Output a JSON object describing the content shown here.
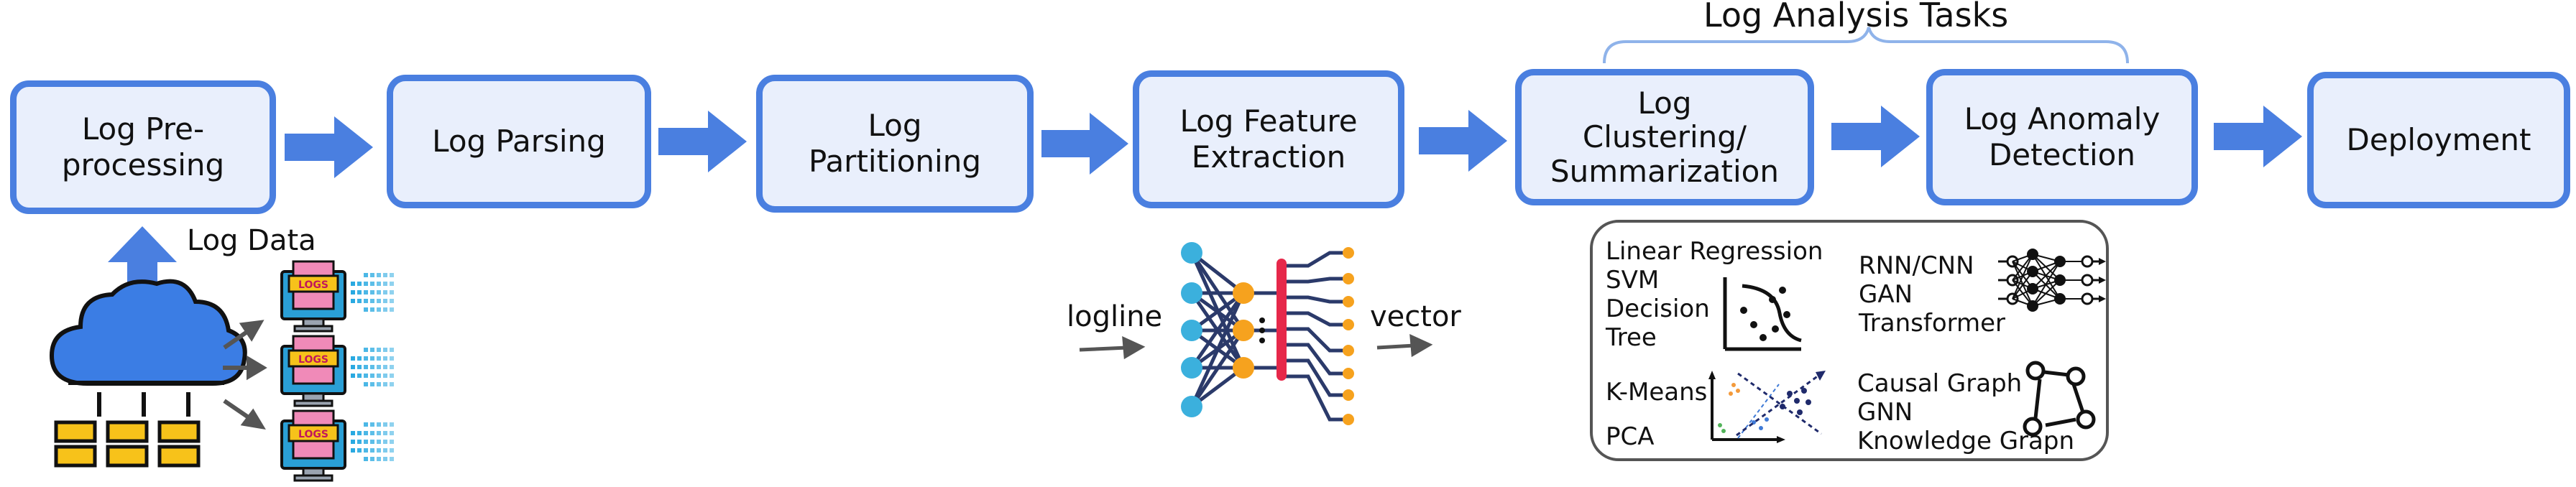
{
  "stages": [
    {
      "id": "preprocessing",
      "label": "Log Pre-\nprocessing"
    },
    {
      "id": "parsing",
      "label": "Log Parsing"
    },
    {
      "id": "partitioning",
      "label": "Log\nPartitioning"
    },
    {
      "id": "feature_extraction",
      "label": "Log Feature\nExtraction"
    },
    {
      "id": "clustering",
      "label": "Log\nClustering/\nSummarization"
    },
    {
      "id": "anomaly_detection",
      "label": "Log Anomaly\nDetection"
    },
    {
      "id": "deployment",
      "label": "Deployment"
    }
  ],
  "analysis_tasks_label": "Log Analysis Tasks",
  "log_data_label": "Log Data",
  "log_icon_text": "LOGS",
  "logline_label": "logline",
  "vector_label": "vector",
  "models_panel": {
    "supervised_classic": "Linear Regression\nSVM\nDecision\nTree",
    "deep": "RNN/CNN\nGAN\nTransformer",
    "unsupervised": [
      "K-Means",
      "PCA"
    ],
    "graph": "Causal Graph\nGNN\nKnowledge Grapn"
  },
  "colors": {
    "box_fill": "#e9effc",
    "box_border": "#4a7fe0",
    "arrow": "#4a7fe0",
    "brace": "#8fb3ea",
    "nn_node_blue": "#3bb0dd",
    "nn_node_orange": "#f6a21e",
    "nn_bar_red": "#e6284a",
    "nn_line": "#2b3a6a",
    "cloud": "#3b7de4",
    "server": "#f7c21a",
    "monitor": "#2a9fd6",
    "logs_paper": "#f08ab8",
    "data_stream": "#29a9e1",
    "plot_orange": "#f39a3b",
    "plot_green": "#52b35a",
    "plot_blue": "#3f7ad6",
    "plot_navy": "#1f2a6b"
  }
}
